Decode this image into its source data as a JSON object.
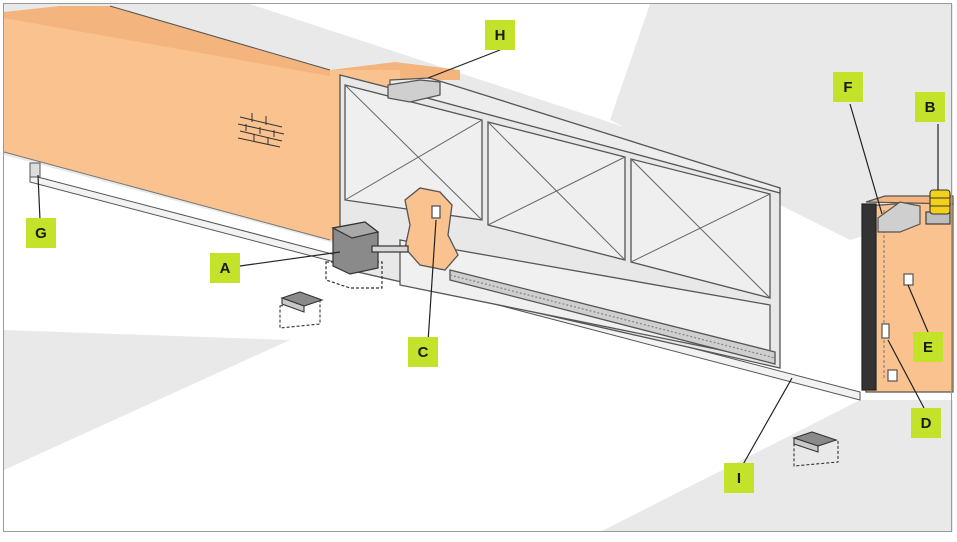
{
  "colors": {
    "ground": "#e9e9e9",
    "wall": "#f9c28f",
    "label_bg": "#c3e22a",
    "outline": "#555555",
    "lamp": "#f3d11a"
  },
  "labels": {
    "A": "A",
    "B": "B",
    "C": "C",
    "D": "D",
    "E": "E",
    "F": "F",
    "G": "G",
    "H": "H",
    "I": "I"
  }
}
